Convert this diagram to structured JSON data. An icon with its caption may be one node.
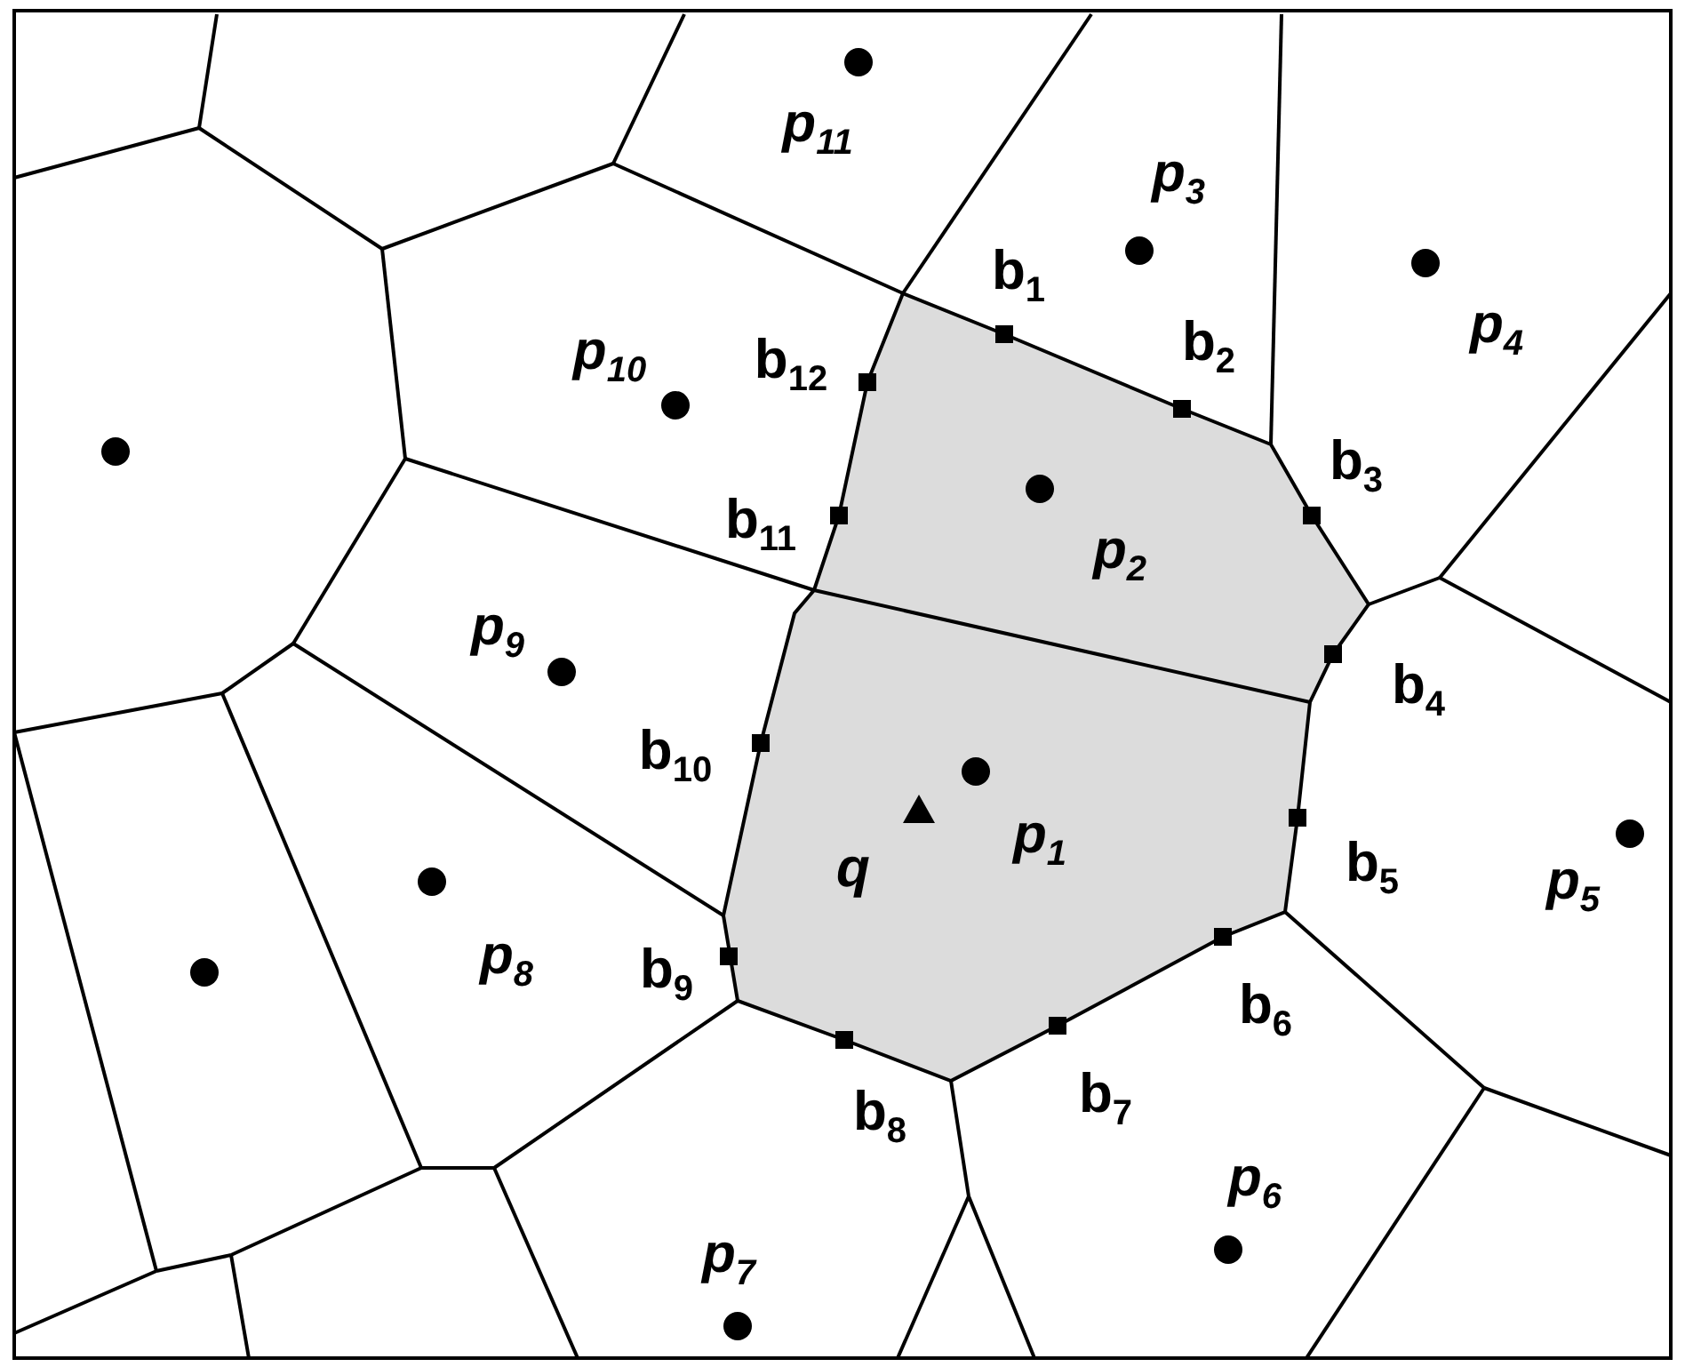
{
  "diagram": {
    "labels": [
      "p$_{11}$",
      "p$_{3}$",
      "b$_{1}$",
      "p$_{4}$",
      "b$_{2}$",
      "p$_{10}$",
      "b$_{12}$",
      "b$_{3}$",
      "b$_{11}$",
      "p$_{2}$",
      "p$_{9}$",
      "b$_{4}$",
      "b$_{10}$",
      "p$_{1}$",
      "q",
      "b$_{5}$",
      "p$_{5}$",
      "p$_{8}$",
      "b$_{9}$",
      "b$_{6}$",
      "b$_{7}$",
      "b$_{8}$",
      "p$_{6}$",
      "p$_{7}$"
    ]
  }
}
